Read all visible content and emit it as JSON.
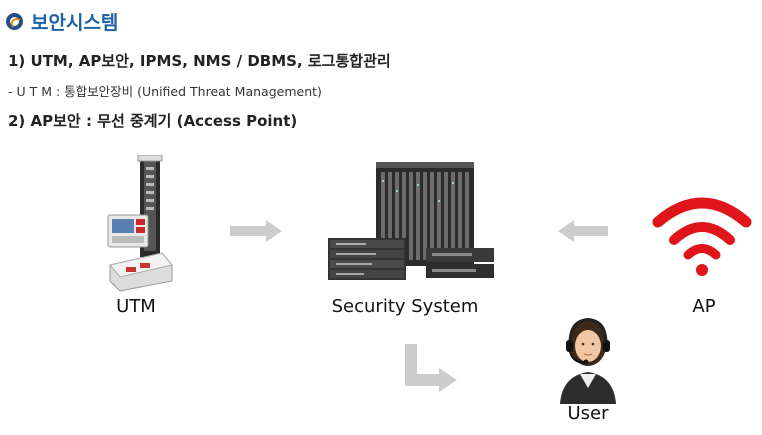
{
  "title": "보안시스템",
  "line1": "1) UTM, AP보안, IPMS, NMS / DBMS, 로그통합관리",
  "line2": "- U T M : 통합보안장비 (Unified Threat Management)",
  "line3": "2) AP보안 : 무선 중계기 (Access Point)",
  "nodes": {
    "utm": "UTM",
    "security": "Security System",
    "ap": "AP",
    "user": "User"
  },
  "colors": {
    "title": "#1f5fa8",
    "arrow": "#cccccc",
    "wifi": "#e0141b"
  },
  "icons": [
    "utm-device-icon",
    "server-rack-icon",
    "wifi-icon",
    "user-headset-icon"
  ]
}
